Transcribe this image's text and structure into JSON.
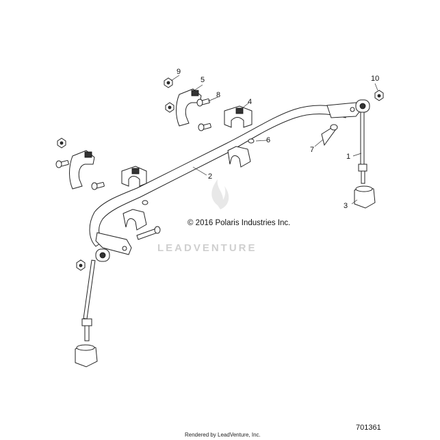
{
  "callouts": [
    {
      "label": "1",
      "name": "stabilizer-link-right"
    },
    {
      "label": "2",
      "name": "stabilizer-bar"
    },
    {
      "label": "3",
      "name": "link-boot"
    },
    {
      "label": "4",
      "name": "bar-bushing"
    },
    {
      "label": "5",
      "name": "bushing-clamp"
    },
    {
      "label": "6",
      "name": "small-fitting"
    },
    {
      "label": "7",
      "name": "link-bolt"
    },
    {
      "label": "8",
      "name": "clamp-screw"
    },
    {
      "label": "9",
      "name": "clamp-nut"
    },
    {
      "label": "10",
      "name": "link-nut"
    }
  ],
  "copyright": "© 2016 Polaris Industries Inc.",
  "watermark": "LEADVENTURE",
  "footer": "Rendered by LeadVenture, Inc.",
  "part_number": "701361"
}
